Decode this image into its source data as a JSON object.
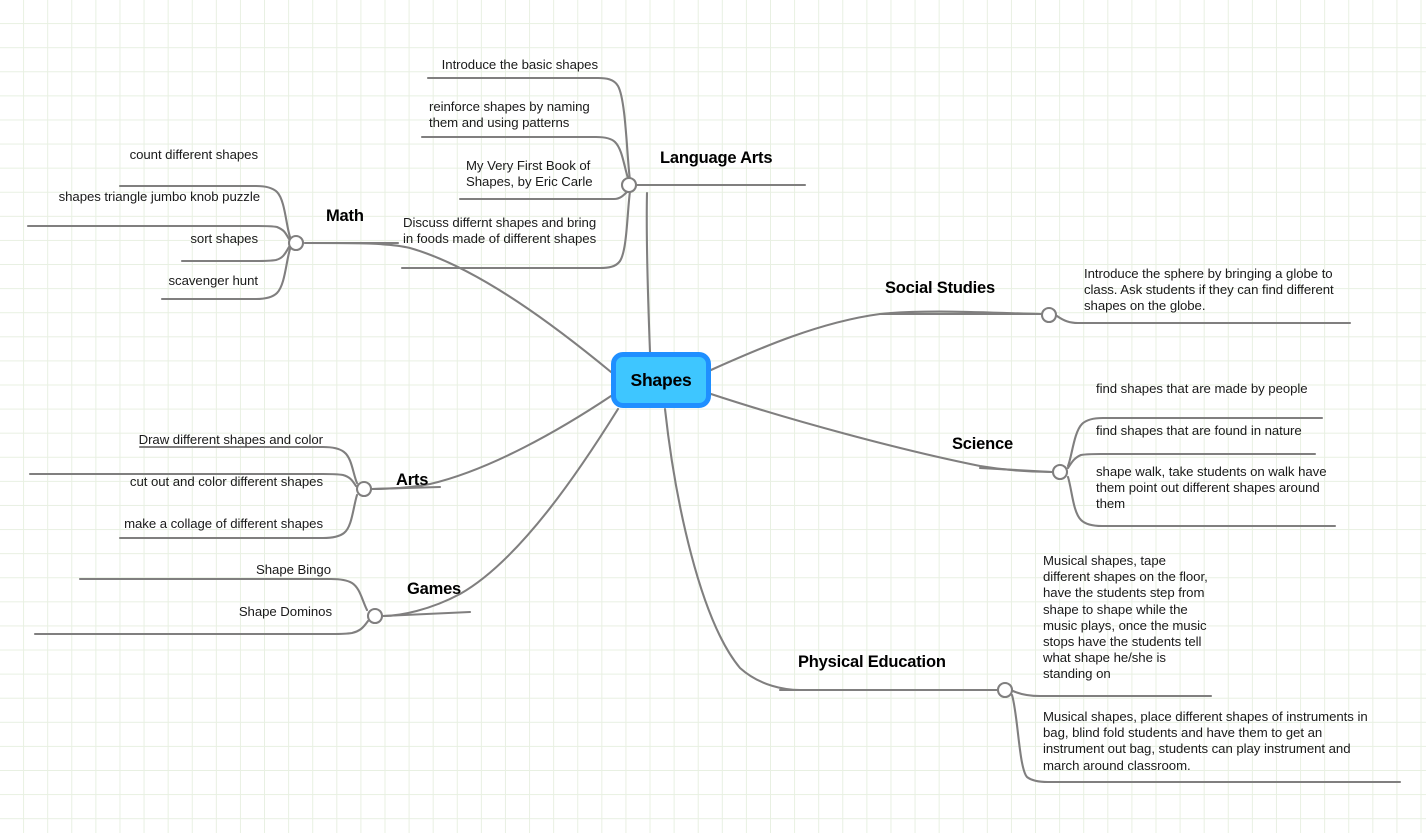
{
  "diagram": {
    "type": "mind-map",
    "background": "#ffffff",
    "grid_color": "#e8f0e2",
    "line_color": "#807f7f",
    "root": {
      "label": "Shapes",
      "fill_color": "#3ec6ff",
      "border_color": "#1f8fff",
      "text_color": "#000000"
    },
    "branches": [
      {
        "label": "Language Arts",
        "side": "up",
        "children": [
          "Introduce the basic shapes",
          "reinforce shapes by naming them and using patterns",
          "My Very First Book of Shapes, by Eric Carle",
          "Discuss differnt shapes and bring in foods made of different shapes"
        ]
      },
      {
        "label": "Math",
        "side": "left",
        "children": [
          "count different shapes",
          "shapes triangle jumbo knob puzzle",
          "sort shapes",
          "scavenger hunt"
        ]
      },
      {
        "label": "Social Studies",
        "side": "right",
        "children": [
          "Introduce the sphere by bringing a globe to class. Ask students if they can find different shapes on the globe."
        ]
      },
      {
        "label": "Science",
        "side": "right",
        "children": [
          "find shapes that are made by people",
          "find shapes that are found in nature",
          "shape walk, take students on walk have them point out different shapes around them"
        ]
      },
      {
        "label": "Arts",
        "side": "left",
        "children": [
          "Draw different shapes and color",
          "cut out and color different shapes",
          "make a collage of different shapes"
        ]
      },
      {
        "label": "Games",
        "side": "left",
        "children": [
          "Shape Bingo",
          "Shape Dominos"
        ]
      },
      {
        "label": "Physical Education",
        "side": "right",
        "children": [
          "Musical shapes, tape different shapes on the floor, have the students step from shape to shape while the music plays, once the music stops have the students tell what shape he/she is standing on",
          "Musical shapes, place different shapes of instruments in bag, blind fold students and have them to get an instrument out bag, students can play instrument and march around classroom."
        ]
      }
    ]
  }
}
